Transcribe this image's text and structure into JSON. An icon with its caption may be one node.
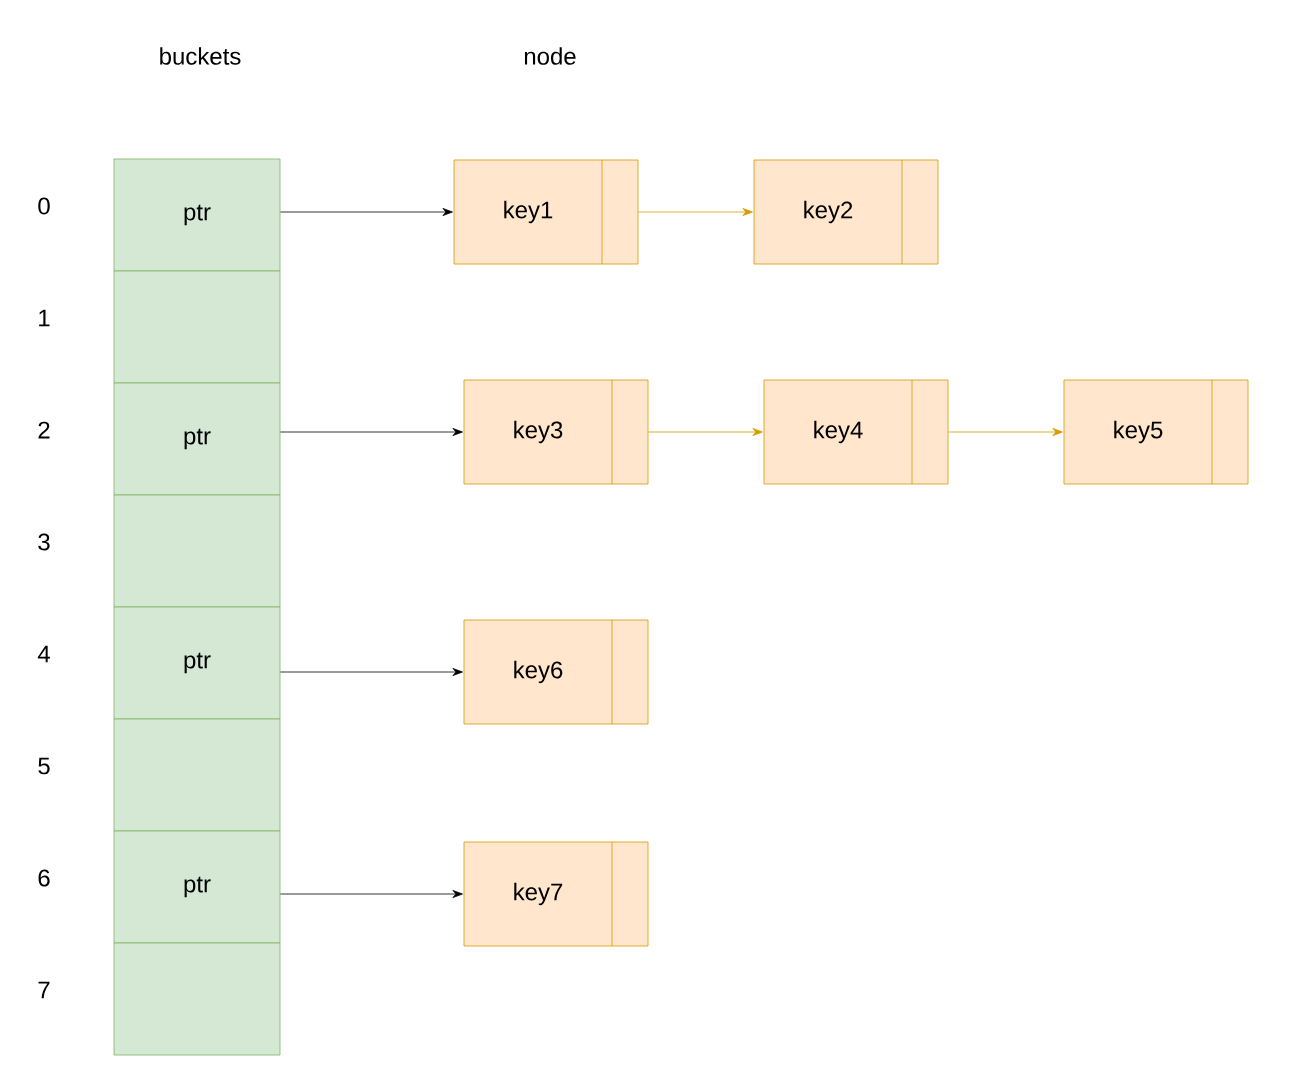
{
  "diagram": {
    "nodes": [
      {
        "text": [
          "ptr"
        ]
      },
      {
        "text": [],
        "shape": "box"
      },
      {
        "text": [
          "ptr"
        ]
      },
      {
        "text": [],
        "shape": "box"
      },
      {
        "text": [
          "ptr"
        ]
      },
      {
        "text": [],
        "shape": "box"
      },
      {
        "text": [
          "ptr"
        ]
      },
      {
        "text": [],
        "shape": "box"
      },
      {
        "text": [
          "key1"
        ]
      },
      {
        "text": [
          "key2"
        ]
      },
      {
        "text": [
          "key3"
        ]
      },
      {
        "text": [
          "key4"
        ]
      },
      {
        "text": [
          "key5"
        ]
      },
      {
        "text": [
          "key6"
        ]
      },
      {
        "text": [
          "key7"
        ]
      }
    ],
    "edges": [
      {
        "from": 0,
        "to": 8,
        "arrow": "to"
      },
      {
        "from": 8,
        "to": 9,
        "arrow": "to",
        "color": "#d79b00"
      },
      {
        "from": 2,
        "to": 10,
        "arrow": "to"
      },
      {
        "from": 10,
        "to": 11,
        "arrow": "to",
        "color": "#d79b00"
      },
      {
        "from": 11,
        "to": 12,
        "arrow": "to",
        "color": "#d79b00"
      },
      {
        "from": 4,
        "to": 13,
        "arrow": "to"
      },
      {
        "from": 6,
        "to": 14,
        "arrow": "to"
      }
    ],
    "labels": [
      "buckets",
      "node",
      "0",
      "1",
      "2",
      "3",
      "4",
      "5",
      "6",
      "7"
    ]
  }
}
